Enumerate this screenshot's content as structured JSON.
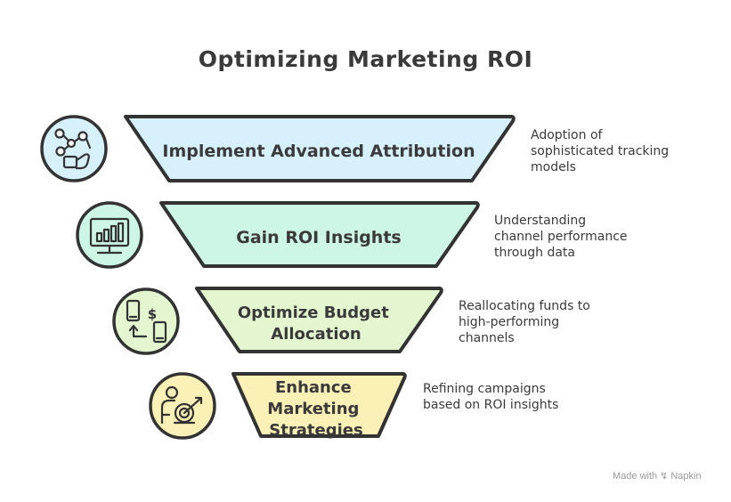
{
  "title": "Optimizing Marketing ROI",
  "stages": [
    {
      "label_lines": [
        "Implement Advanced Attribution"
      ],
      "description_lines": [
        "Adoption of",
        "sophisticated tracking",
        "models"
      ],
      "fill": "#d6f1fb",
      "icon": "network-hand-icon"
    },
    {
      "label_lines": [
        "Gain ROI Insights"
      ],
      "description_lines": [
        "Understanding",
        "channel performance",
        "through data"
      ],
      "fill": "#cdf6e6",
      "icon": "monitor-bar-chart-icon"
    },
    {
      "label_lines": [
        "Optimize Budget",
        "Allocation"
      ],
      "description_lines": [
        "Reallocating funds to",
        "high-performing",
        "channels"
      ],
      "fill": "#e3f6cf",
      "icon": "money-transfer-icon"
    },
    {
      "label_lines": [
        "Enhance",
        "Marketing",
        "Strategies"
      ],
      "description_lines": [
        "Refining campaigns",
        "based on ROI insights"
      ],
      "fill": "#fbf1b7",
      "icon": "person-target-icon"
    }
  ],
  "watermark": {
    "prefix": "Made with",
    "brand": "Napkin"
  },
  "colors": {
    "outline": "#333333",
    "stroke_dark": "#2d2d2d"
  }
}
